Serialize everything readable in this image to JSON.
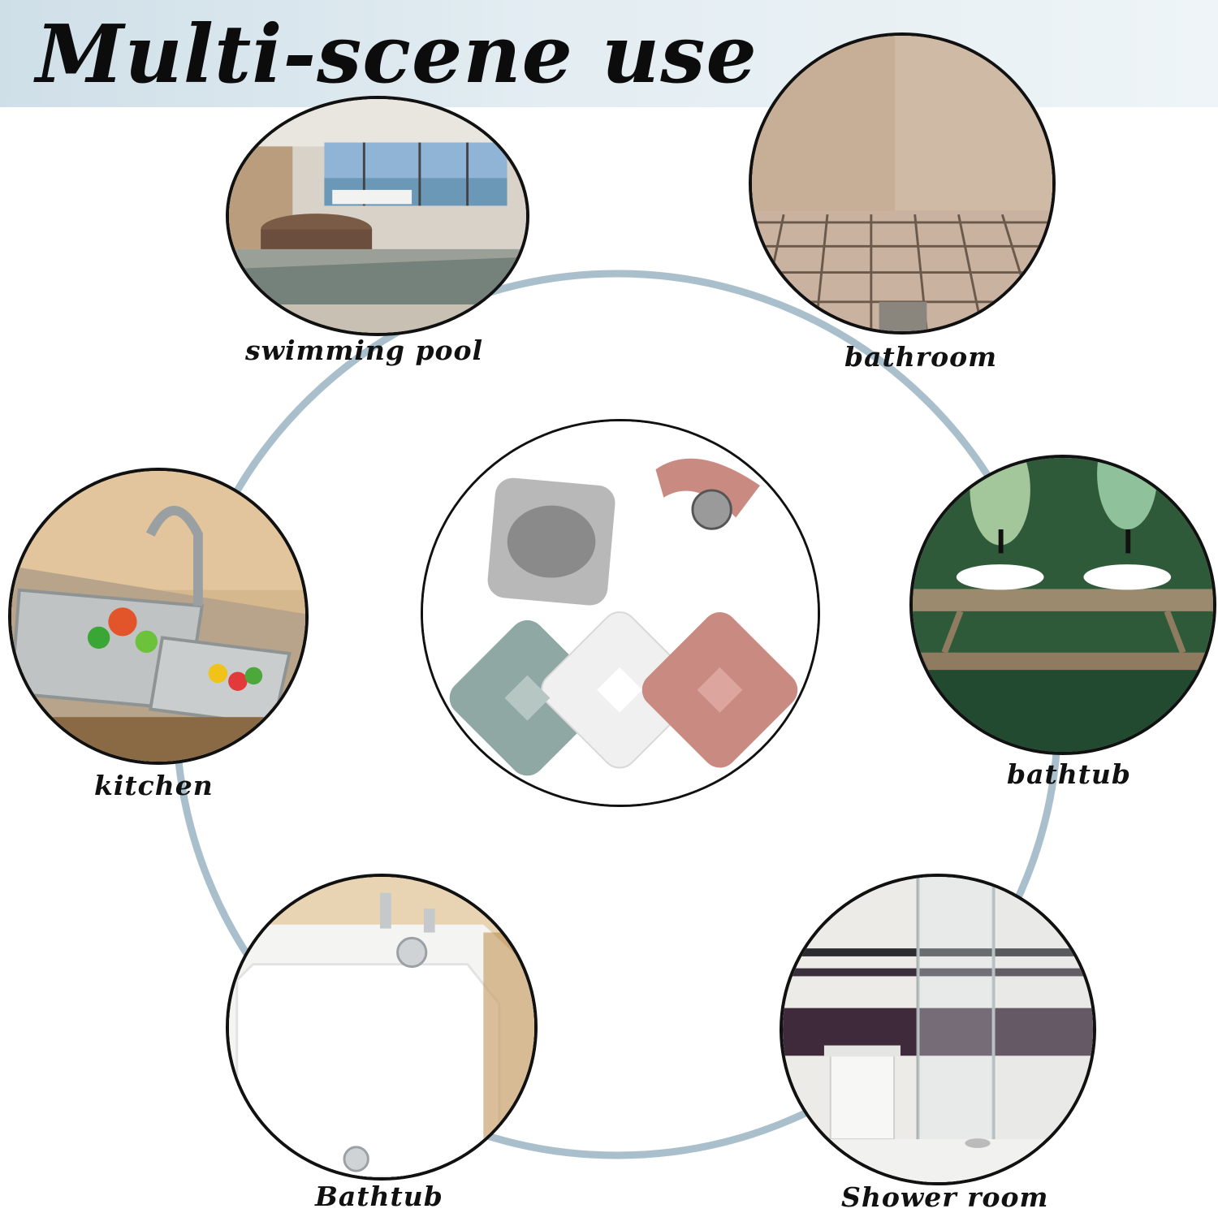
{
  "title": "Multi-scene use",
  "colors": {
    "ring": "#a9bfcc",
    "banner": "#d9e6ee",
    "outline": "#111111"
  },
  "scenes": [
    {
      "label": "swimming pool",
      "image": "swimming-pool-photo"
    },
    {
      "label": "bathroom",
      "image": "bathroom-tile-floor-photo"
    },
    {
      "label": "kitchen",
      "image": "kitchen-sink-photo"
    },
    {
      "label": "bathtub",
      "image": "double-vanity-basin-photo"
    },
    {
      "label": "Bathtub",
      "image": "white-bathtub-photo"
    },
    {
      "label": "Shower room",
      "image": "glass-shower-room-photo"
    }
  ],
  "product": {
    "image": "drain-cover-product-photo",
    "colors": [
      "#8fa8a4",
      "#f0f0f0",
      "#c98a82",
      "#b8b8b8"
    ]
  }
}
